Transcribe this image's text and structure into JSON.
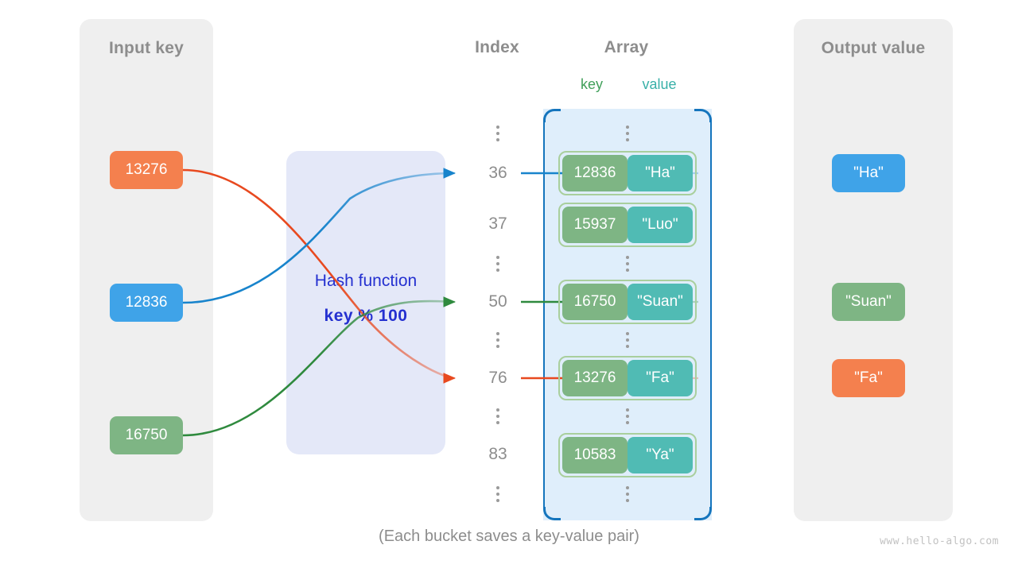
{
  "diagram": {
    "caption": "(Each bucket saves a key-value pair)",
    "watermark": "www.hello-algo.com"
  },
  "input_panel": {
    "title": "Input key",
    "keys": [
      {
        "label": "13276",
        "color": "#f4804e"
      },
      {
        "label": "12836",
        "color": "#3fa3e8"
      },
      {
        "label": "16750",
        "color": "#7eb584"
      }
    ]
  },
  "hash_function": {
    "label": "Hash function",
    "expression": "key % 100",
    "fill": "#e4e8f8",
    "text_color": "#2430d0"
  },
  "index_column": {
    "title": "Index",
    "entries": [
      {
        "type": "dots"
      },
      {
        "type": "index",
        "label": "36"
      },
      {
        "type": "index",
        "label": "37"
      },
      {
        "type": "dots"
      },
      {
        "type": "index",
        "label": "50"
      },
      {
        "type": "dots"
      },
      {
        "type": "index",
        "label": "76"
      },
      {
        "type": "dots"
      },
      {
        "type": "index",
        "label": "83"
      },
      {
        "type": "dots"
      }
    ]
  },
  "array": {
    "title": "Array",
    "key_header": "key",
    "value_header": "value",
    "key_header_color": "#41a05a",
    "value_header_color": "#39b0a8",
    "fill": "#dfeefb",
    "bracket_color": "#1575bd",
    "buckets": [
      {
        "index": "36",
        "key": "12836",
        "value": "\"Ha\""
      },
      {
        "index": "37",
        "key": "15937",
        "value": "\"Luo\""
      },
      {
        "index": "50",
        "key": "16750",
        "value": "\"Suan\""
      },
      {
        "index": "76",
        "key": "13276",
        "value": "\"Fa\""
      },
      {
        "index": "83",
        "key": "10583",
        "value": "\"Ya\""
      }
    ]
  },
  "output_panel": {
    "title": "Output value",
    "values": [
      {
        "label": "\"Ha\"",
        "color": "#3fa3e8"
      },
      {
        "label": "\"Suan\"",
        "color": "#7eb584"
      },
      {
        "label": "\"Fa\"",
        "color": "#f4804e"
      }
    ]
  },
  "mappings": [
    {
      "key": "13276",
      "index": "76",
      "value": "\"Fa\"",
      "color": "#e8491f"
    },
    {
      "key": "12836",
      "index": "36",
      "value": "\"Ha\"",
      "color": "#1884cc"
    },
    {
      "key": "16750",
      "index": "50",
      "value": "\"Suan\"",
      "color": "#2f8a3e"
    }
  ]
}
